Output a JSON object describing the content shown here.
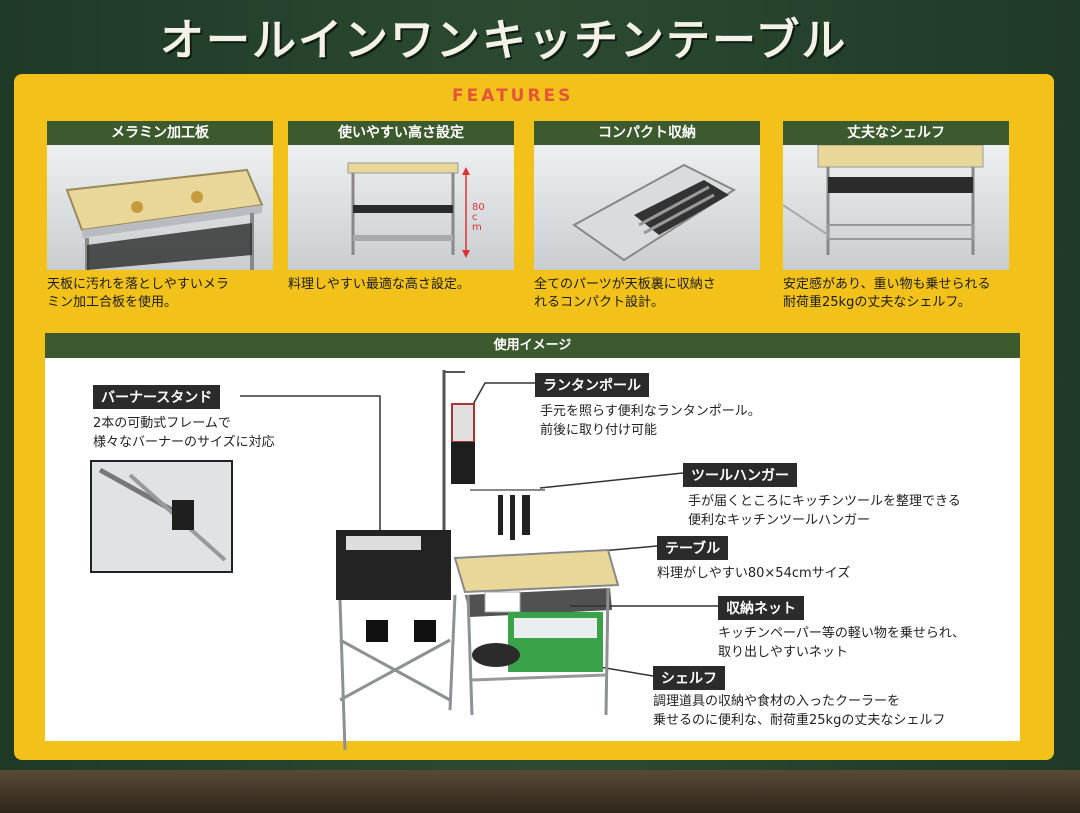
{
  "title": "オールインワンキッチンテーブル",
  "features_heading": "FEATURES",
  "features": [
    {
      "label": "メラミン加工板",
      "desc": [
        "天板に汚れを落としやすいメラ",
        "ミン加工合板を使用。"
      ]
    },
    {
      "label": "使いやすい高さ設定",
      "desc": [
        "料理しやすい最適な高さ設定。"
      ],
      "measure": "80cm"
    },
    {
      "label": "コンパクト収納",
      "desc": [
        "全てのパーツが天板裏に収納さ",
        "れるコンパクト設計。"
      ]
    },
    {
      "label": "丈夫なシェルフ",
      "desc": [
        "安定感があり、重い物も乗せられる",
        "耐荷重25kgの丈夫なシェルフ。"
      ]
    }
  ],
  "usage_heading": "使用イメージ",
  "callouts": {
    "burner": {
      "label": "バーナースタンド",
      "desc": [
        "2本の可動式フレームで",
        "様々なバーナーのサイズに対応"
      ]
    },
    "lantern": {
      "label": "ランタンポール",
      "desc": [
        "手元を照らす便利なランタンポール。",
        "前後に取り付け可能"
      ]
    },
    "tool": {
      "label": "ツールハンガー",
      "desc": [
        "手が届くところにキッチンツールを整理できる",
        "便利なキッチンツールハンガー"
      ]
    },
    "table": {
      "label": "テーブル",
      "desc": [
        "料理がしやすい80×54cmサイズ"
      ]
    },
    "net": {
      "label": "収納ネット",
      "desc": [
        "キッチンペーパー等の軽い物を乗せられ、",
        "取り出しやすいネット"
      ]
    },
    "shelf": {
      "label": "シェルフ",
      "desc": [
        "調理道具の収納や食材の入ったクーラーを",
        "乗せるのに便利な、耐荷重25kgの丈夫なシェルフ"
      ]
    }
  },
  "colors": {
    "panel": "#f2c21a",
    "header_green": "#3d5a2f",
    "features_red": "#e6543a"
  }
}
